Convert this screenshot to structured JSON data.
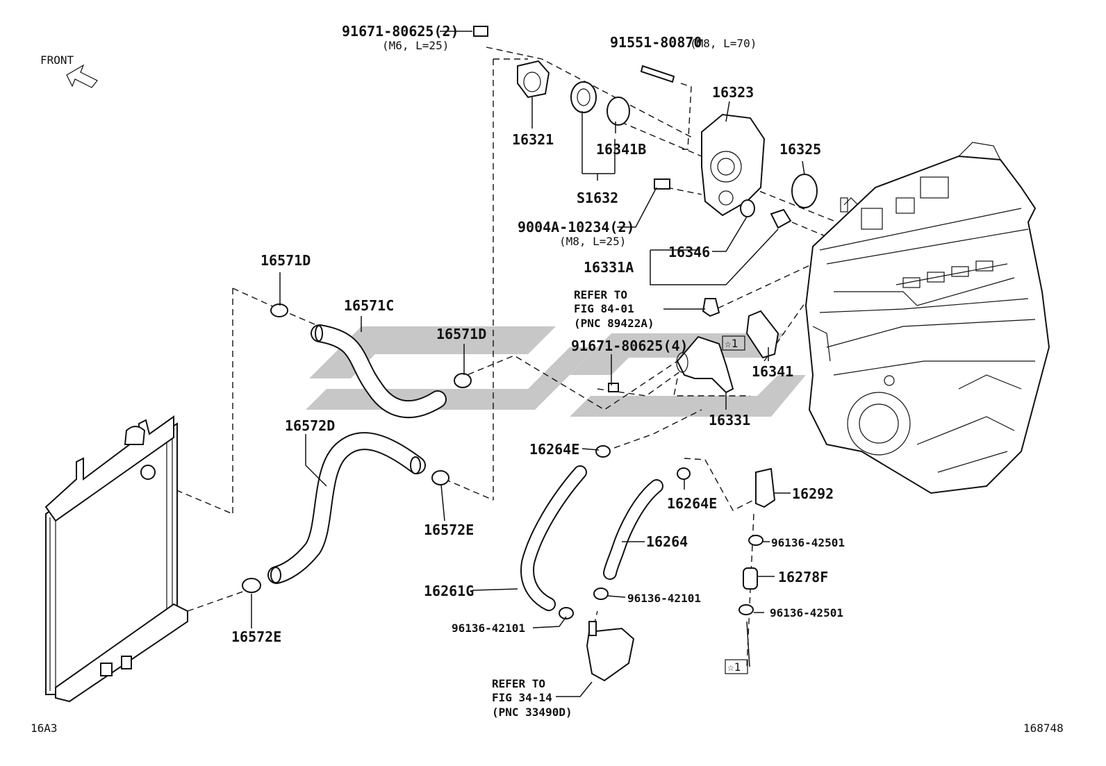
{
  "diagram": {
    "front_label": "FRONT",
    "corner_code": "16A3",
    "figure_number": "168748",
    "watermark_colors": {
      "watermark": "#9a9a9a"
    },
    "part_labels": {
      "p91671_top": "91671-80625(2)",
      "p91671_top_spec": "(M6, L=25)",
      "p91551": "91551-80870",
      "p91551_spec": "(M8, L=70)",
      "p16323": "16323",
      "p16321": "16321",
      "p16341B": "16341B",
      "p16325": "16325",
      "pS1632": "S1632",
      "p9004A": "9004A-10234(2)",
      "p9004A_spec": "(M8, L=25)",
      "p16346": "16346",
      "p16331A": "16331A",
      "p16571D_a": "16571D",
      "p16571C": "16571C",
      "p16571D_b": "16571D",
      "p16341": "16341",
      "p91671_mid": "91671-80625(4)",
      "p16331": "16331",
      "p16572D": "16572D",
      "p16264E_a": "16264E",
      "p16264E_b": "16264E",
      "p16292": "16292",
      "p16572E_a": "16572E",
      "p16264": "16264",
      "p96136_42501_a": "96136-42501",
      "p16278F": "16278F",
      "p16261G": "16261G",
      "p96136_42101_a": "96136-42101",
      "p96136_42101_b": "96136-42101",
      "p96136_42501_b": "96136-42501",
      "p16572E_b": "16572E",
      "star_note_a": "☆1",
      "star_note_b": "☆1"
    },
    "refer_notes": {
      "refer_a": [
        "REFER TO",
        "FIG 84-01",
        "(PNC 89422A)"
      ],
      "refer_b": [
        "REFER TO",
        "FIG 34-14",
        "(PNC 33490D)"
      ]
    }
  }
}
